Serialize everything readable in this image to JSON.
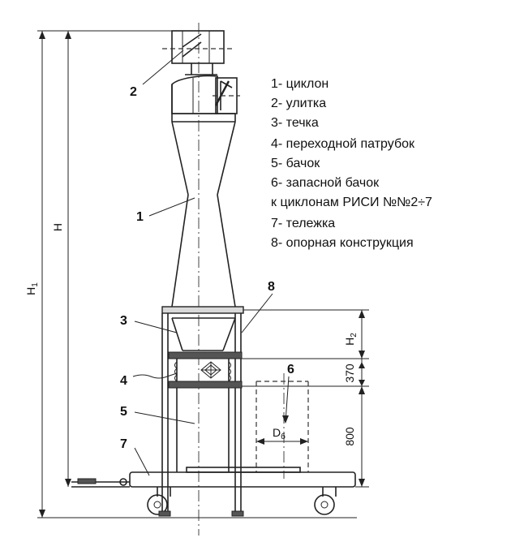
{
  "legend": [
    "1- циклон",
    "2- улитка",
    "3- течка",
    "4- переходной патрубок",
    "5- бачок",
    "6- запасной бачок",
    "к циклонам РИСИ №№2÷7",
    "7- тележка",
    "8- опорная конструкция"
  ],
  "callouts": {
    "c1": "1",
    "c2": "2",
    "c3": "3",
    "c4": "4",
    "c5": "5",
    "c6": "6",
    "c7": "7",
    "c8": "8"
  },
  "dimensions": {
    "h1": "H",
    "h1_sub": "1",
    "h": "H",
    "h2": "H",
    "h2_sub": "2",
    "d370": "370",
    "d800": "800",
    "d6": "D",
    "d6_sub": "б"
  },
  "colors": {
    "line": "#222222",
    "background": "#ffffff"
  }
}
